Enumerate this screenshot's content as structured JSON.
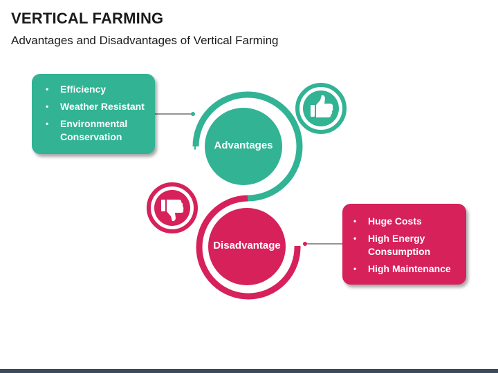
{
  "header": {
    "title": "VERTICAL FARMING",
    "subtitle": "Advantages and Disadvantages of Vertical Farming"
  },
  "advantages": {
    "label": "Advantages",
    "color": "#31b394",
    "icon": "thumbs-up-icon",
    "items": [
      "Efficiency",
      "Weather Resistant",
      "Environmental Conservation"
    ]
  },
  "disadvantages": {
    "label": "Disadvantage",
    "color": "#d6215b",
    "icon": "thumbs-down-icon",
    "items": [
      "Huge Costs",
      "High Energy Consumption",
      "High Maintenance"
    ]
  },
  "bullet": "•"
}
